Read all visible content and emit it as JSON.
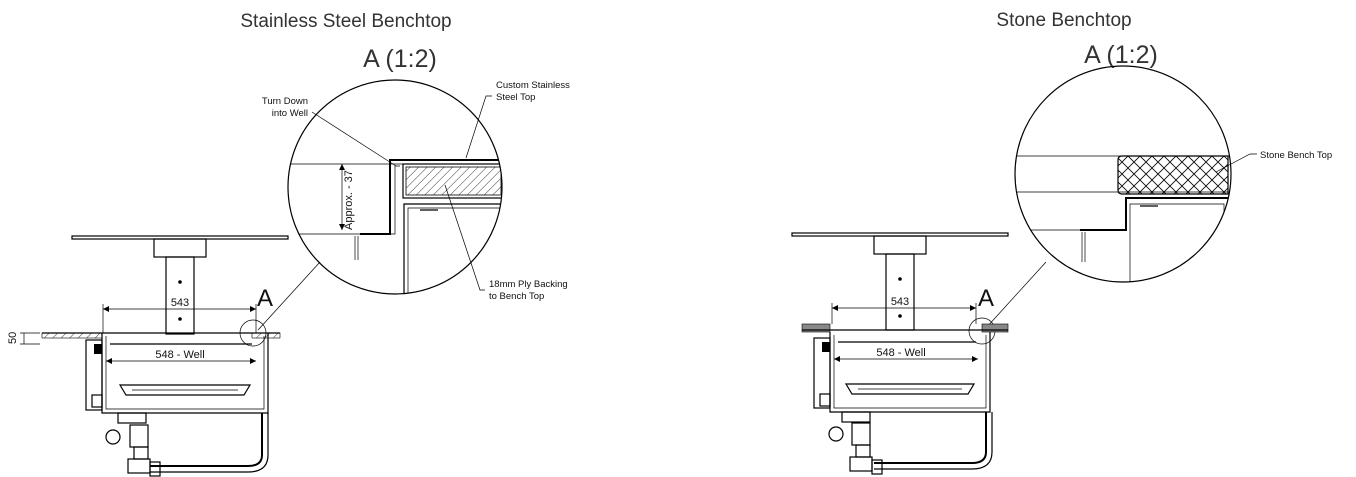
{
  "left_panel": {
    "title": "Stainless Steel Benchtop",
    "detail_heading": "A (1:2)",
    "detail_marker": "A",
    "callouts": {
      "turn_down": [
        "Turn Down",
        "into Well"
      ],
      "custom_top": [
        "Custom Stainless",
        "Steel Top"
      ],
      "ply_backing": [
        "18mm Ply Backing",
        "to Bench Top"
      ]
    },
    "dims": {
      "approx": "Approx. - 37",
      "width_543": "543",
      "well_548": "548 - Well",
      "height_50": "50"
    }
  },
  "right_panel": {
    "title": "Stone Benchtop",
    "detail_heading": "A (1:2)",
    "detail_marker": "A",
    "callouts": {
      "stone_top": "Stone Bench Top"
    },
    "dims": {
      "width_543": "543",
      "well_548": "548 - Well"
    }
  }
}
